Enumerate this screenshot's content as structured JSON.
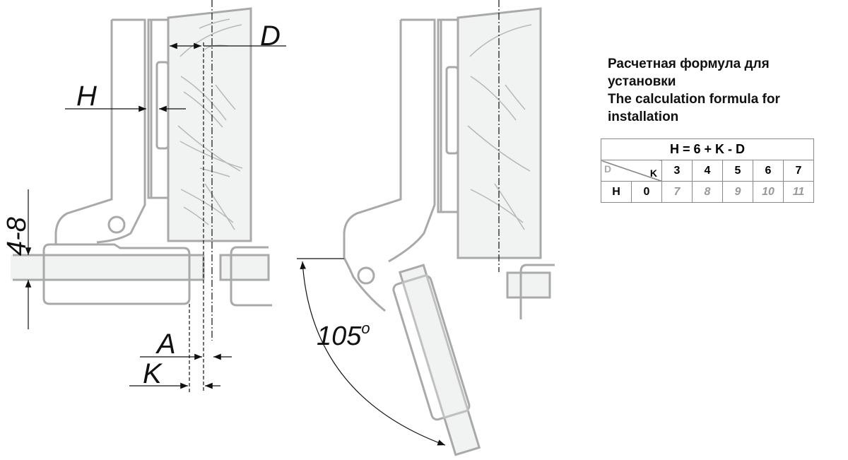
{
  "labels": {
    "D": "D",
    "H": "H",
    "range": "4-8",
    "A": "A",
    "K": "K",
    "angle": "105",
    "angle_unit": "o"
  },
  "heading": {
    "ru": "Расчетная формула для установки",
    "en": "The calculation formula for installation"
  },
  "table": {
    "formula": "H = 6 + K - D",
    "corner_d": "D",
    "corner_k": "K",
    "k_values": [
      "3",
      "4",
      "5",
      "6",
      "7"
    ],
    "row_label": "H",
    "d_value": "0",
    "h_values": [
      "7",
      "8",
      "9",
      "10",
      "11"
    ]
  },
  "colors": {
    "outline": "#a9a9a9",
    "fill": "#f1f2f2",
    "ink": "#111111"
  }
}
